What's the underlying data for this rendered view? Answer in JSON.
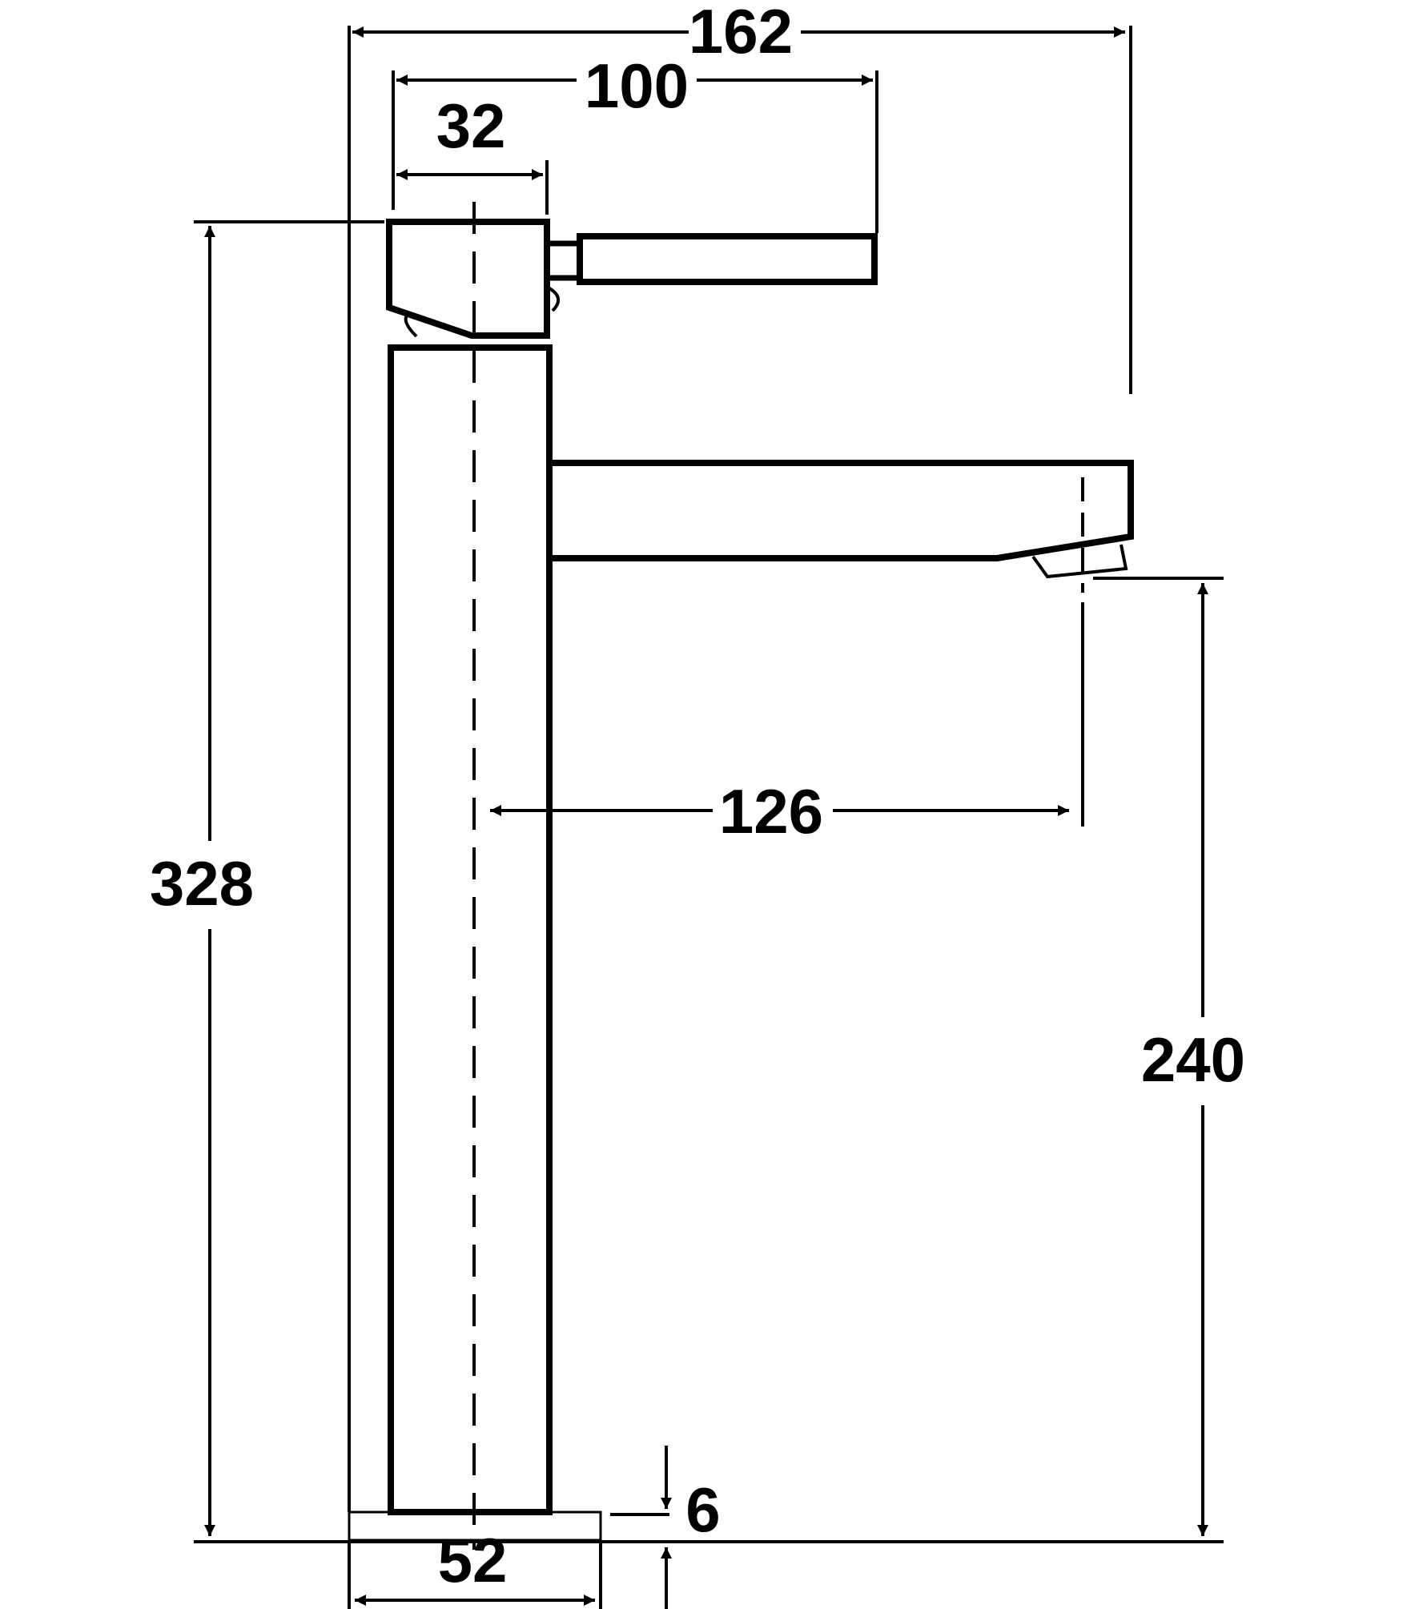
{
  "colors": {
    "line": "#000000",
    "background": "#ffffff"
  },
  "dimensions": {
    "overall_width": "162",
    "handle_reach": "100",
    "handle_body_width": "32",
    "overall_height": "328",
    "spout_reach": "126",
    "spout_height": "240",
    "base_thickness": "6",
    "base_width": "52"
  }
}
